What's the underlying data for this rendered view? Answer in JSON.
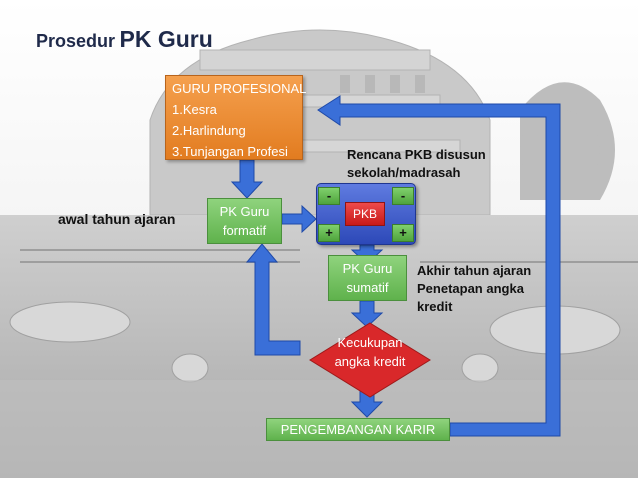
{
  "title": {
    "prefix": "Prosedur",
    "main": "PK Guru"
  },
  "guru_profesional": {
    "heading": "GURU PROFESIONAL",
    "items": [
      "1.Kesra",
      "2.Harlindung",
      "3.Tunjangan Profesi"
    ]
  },
  "pk_formatif": {
    "line1": "PK Guru",
    "line2": "formatif"
  },
  "pkb": {
    "label": "PKB",
    "minus_sign": "-",
    "plus_sign": "+"
  },
  "pk_sumatif": {
    "line1": "PK Guru",
    "line2": "sumatif"
  },
  "decision": {
    "line1": "Kecukupan",
    "line2": "angka kredit"
  },
  "pengembangan_karir": "PENGEMBANGAN KARIR",
  "labels": {
    "awal": "awal tahun ajaran",
    "rencana": [
      "Rencana PKB disusun",
      "sekolah/madrasah"
    ],
    "akhir": [
      "Akhir tahun ajaran",
      "Penetapan angka",
      "kredit"
    ]
  },
  "colors": {
    "orange": "#e8852a",
    "green": "#6cbf58",
    "blue_arrow": "#3a6fd8",
    "red_diamond": "#d9282a",
    "pkb_frame": "#3552c7"
  }
}
